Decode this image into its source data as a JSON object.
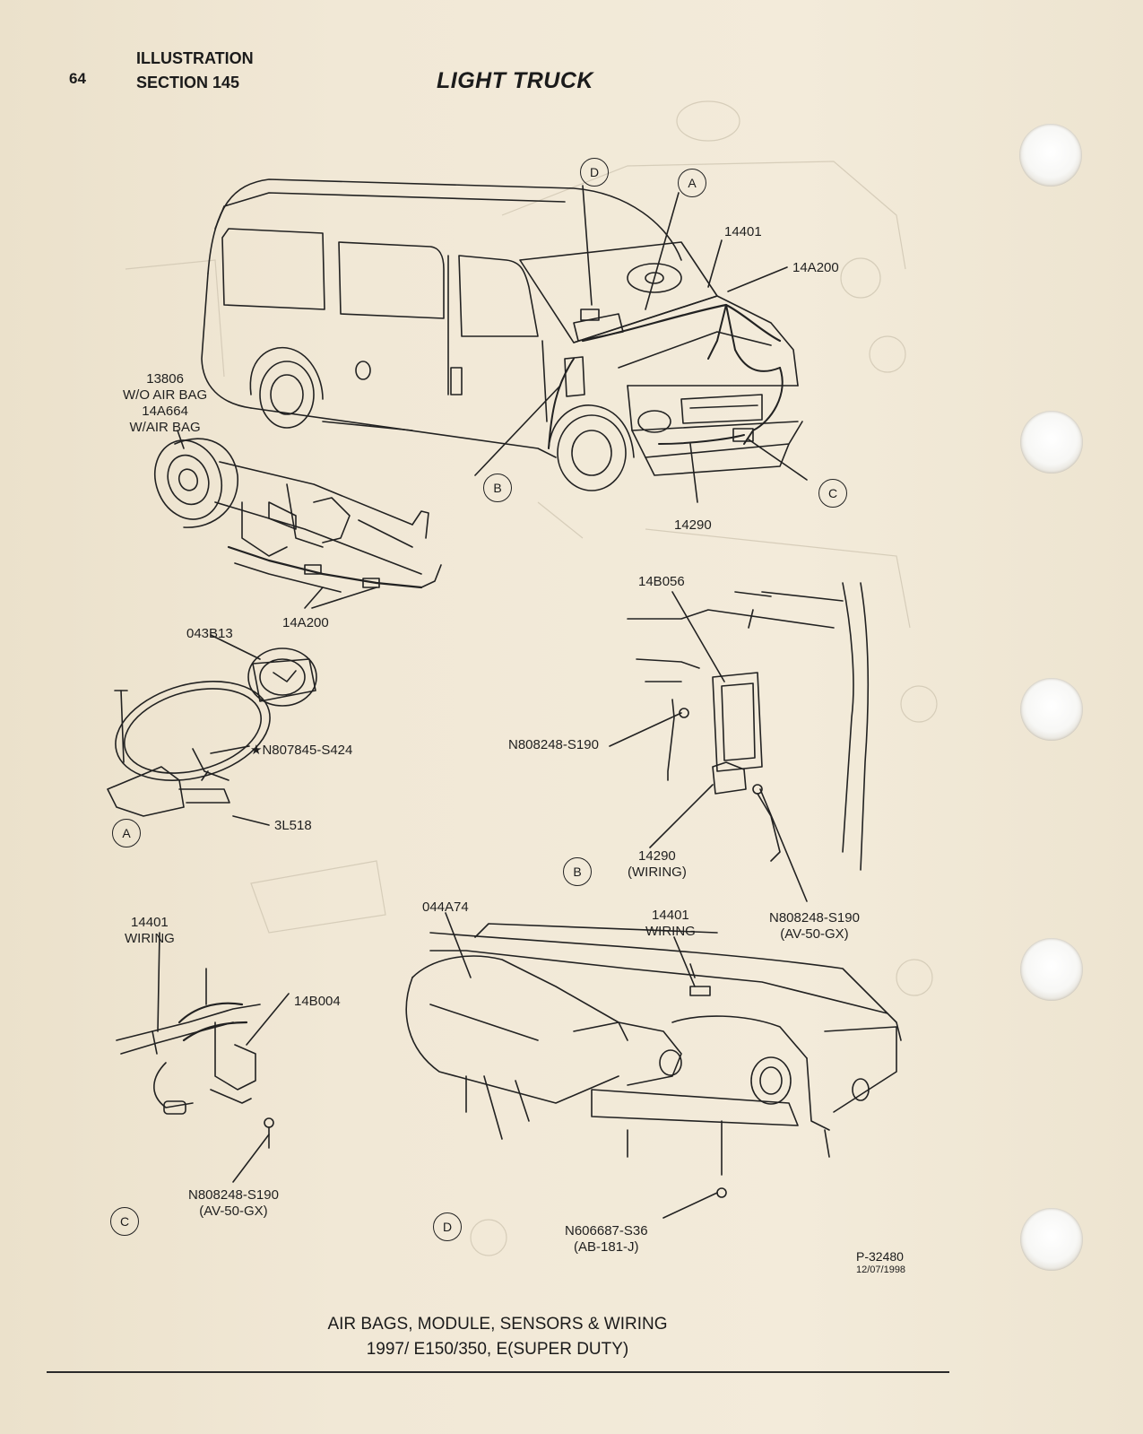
{
  "header": {
    "page_number": "64",
    "illustration": "ILLUSTRATION",
    "section": "SECTION 145",
    "title": "LIGHT TRUCK"
  },
  "callouts": {
    "d_top": "D",
    "a_top": "A",
    "b_van": "B",
    "c_van": "C",
    "a_detail": "A",
    "b_detail": "B",
    "c_detail": "C",
    "d_detail": "D"
  },
  "labels": {
    "p14401": "14401",
    "p14A200_top": "14A200",
    "p13806_block": "13806\nW/O AIR BAG\n14A664\nW/AIR BAG",
    "p14290_van": "14290",
    "p14A200_col": "14A200",
    "p043B13": "043B13",
    "pN807845": "★N807845-S424",
    "p3L518": "3L518",
    "p14B056": "14B056",
    "pN808248_b1": "N808248-S190",
    "p14290_wiring": "14290\n(WIRING)",
    "pN808248_b2": "N808248-S190\n(AV-50-GX)",
    "p14401_wiring_c": "14401\nWIRING",
    "p14B004": "14B004",
    "pN808248_c": "N808248-S190\n(AV-50-GX)",
    "p044A74": "044A74",
    "p14401_wiring_d": "14401\nWIRING",
    "pN606687": "N606687-S36\n(AB-181-J)"
  },
  "figure_number": "P-32480",
  "figure_date": "12/07/1998",
  "caption": {
    "line1": "AIR BAGS, MODULE, SENSORS & WIRING",
    "line2": "1997/ E150/350, E(SUPER DUTY)"
  }
}
